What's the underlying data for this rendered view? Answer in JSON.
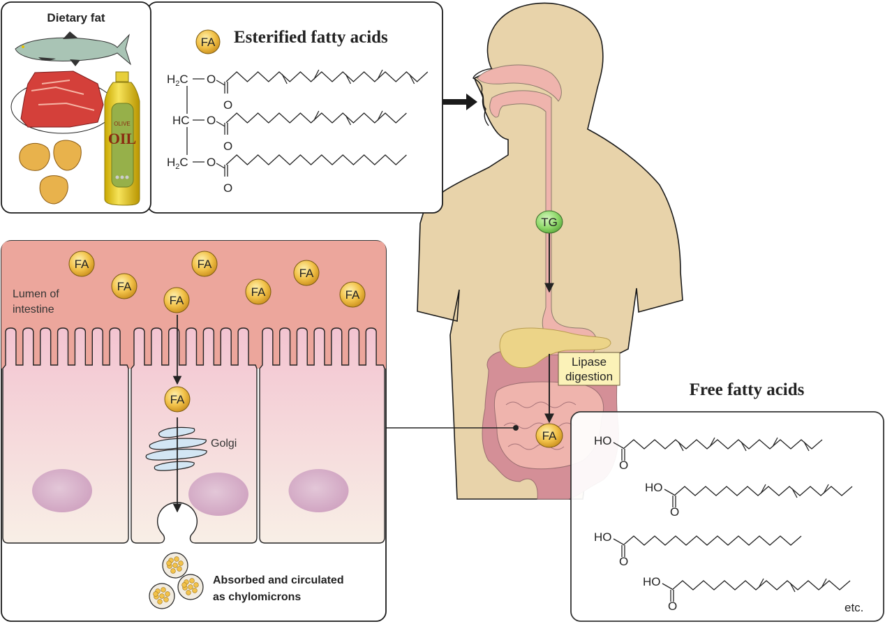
{
  "dietary_fat": {
    "title": "Dietary fat",
    "foods": [
      "fish",
      "red meat",
      "walnuts",
      "olive oil"
    ],
    "oil_label_top": "OLIVE",
    "oil_label_main": "OIL"
  },
  "esterified": {
    "badge": "FA",
    "title": "Esterified fatty acids",
    "backbone": [
      "H2C",
      "HC",
      "H2C"
    ],
    "oxygen": "O",
    "carbonyl_o": "O",
    "chains": [
      {
        "carbons": 20,
        "double_bonds": 5
      },
      {
        "carbons": 18,
        "double_bonds": 3
      },
      {
        "carbons": 18,
        "double_bonds": 0
      }
    ]
  },
  "body": {
    "tg_label": "TG",
    "lipase_label_1": "Lipase",
    "lipase_label_2": "digestion",
    "fa_label": "FA"
  },
  "intestine": {
    "lumen_label_1": "Lumen of",
    "lumen_label_2": "intestine",
    "fa_label": "FA",
    "golgi_label": "Golgi",
    "absorbed_label_1": "Absorbed and circulated",
    "absorbed_label_2": "as chylomicrons"
  },
  "free_fatty_acids": {
    "title": "Free fatty acids",
    "ho": "HO",
    "o": "O",
    "etc": "etc.",
    "chains": [
      {
        "carbons": 20,
        "double_bonds": 5
      },
      {
        "carbons": 18,
        "double_bonds": 3
      },
      {
        "carbons": 18,
        "double_bonds": 0
      },
      {
        "carbons": 18,
        "double_bonds": 3
      }
    ]
  },
  "colors": {
    "skin": "#e8d3aa",
    "gut_pink": "#efb4ad",
    "intestine_dark": "#d48f97",
    "lumen": "#eca69c",
    "cell_top": "#f3c4d1",
    "cell_bottom": "#f8efe6",
    "fa_gold": "#f2c24a",
    "tg_green": "#8fd86a",
    "lipase_box": "#fbf2b8",
    "nucleus": "#d9b2cc",
    "golgi": "#d3e6f4"
  }
}
